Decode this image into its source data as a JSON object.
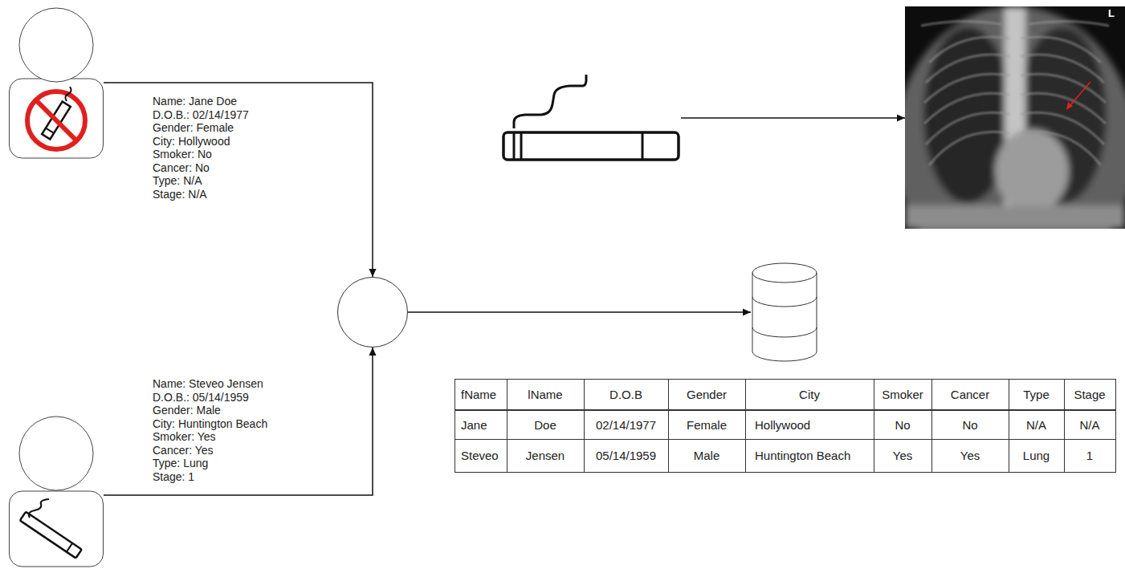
{
  "diagram": {
    "nodes": [
      {
        "text": [
          "Name: Jane Doe",
          "D.O.B.: 02/14/1977",
          "Gender: Female",
          "City: Hollywood",
          "Smoker: No",
          "Cancer: No",
          "Type: N/A",
          "Stage: N/A"
        ]
      },
      {
        "text": []
      },
      {
        "text": []
      },
      {
        "text": []
      },
      {
        "text": []
      },
      {
        "text": [
          "Name: Steveo Jensen",
          "D.O.B.: 05/14/1959",
          "Gender: Male",
          "City: Huntington Beach",
          "Smoker: Yes",
          "Cancer: Yes",
          "Type: Lung",
          "Stage: 1"
        ]
      }
    ],
    "edges": [
      {
        "from": 0,
        "to": 3,
        "arrow": "to"
      },
      {
        "from": 5,
        "to": 3,
        "arrow": "to"
      },
      {
        "from": 3,
        "to": 4,
        "arrow": "to"
      },
      {
        "from": 1,
        "to": 2,
        "arrow": "to"
      }
    ],
    "labels": [
      "fName",
      "lName",
      "D.O.B",
      "Gender",
      "City",
      "Smoker",
      "Cancer",
      "Type",
      "Stage",
      "Jane",
      "Doe",
      "02/14/1977",
      "Female",
      "Hollywood",
      "No",
      "No",
      "N/A",
      "N/A",
      "Steveo",
      "Jensen",
      "05/14/1959",
      "Male",
      "Huntington Beach",
      "Yes",
      "Yes",
      "Lung",
      "1",
      "L"
    ]
  }
}
